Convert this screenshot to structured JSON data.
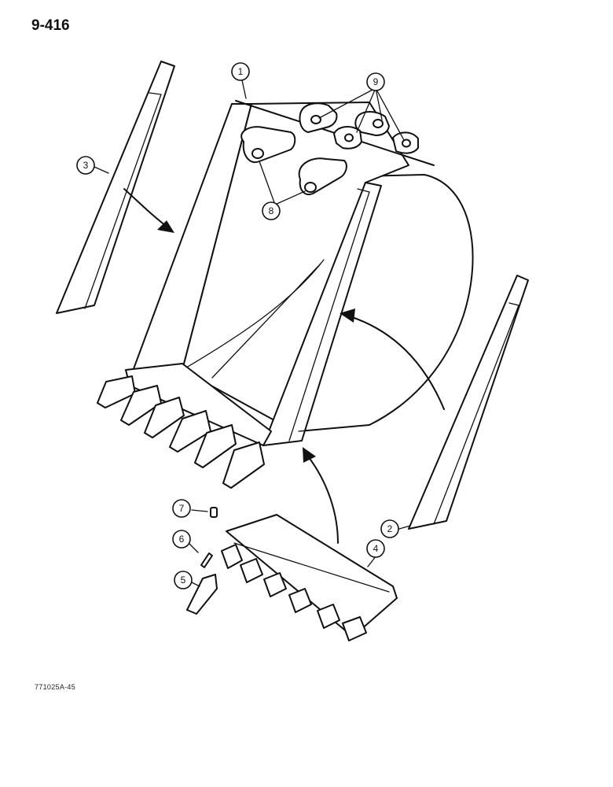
{
  "page_number": "9-416",
  "figure_code": "771025A-45",
  "callouts": [
    {
      "id": "c1",
      "label": "1"
    },
    {
      "id": "c2",
      "label": "2"
    },
    {
      "id": "c3",
      "label": "3"
    },
    {
      "id": "c4",
      "label": "4"
    },
    {
      "id": "c5",
      "label": "5"
    },
    {
      "id": "c6",
      "label": "6"
    },
    {
      "id": "c7",
      "label": "7"
    },
    {
      "id": "c8",
      "label": "8"
    },
    {
      "id": "c9",
      "label": "9"
    }
  ]
}
